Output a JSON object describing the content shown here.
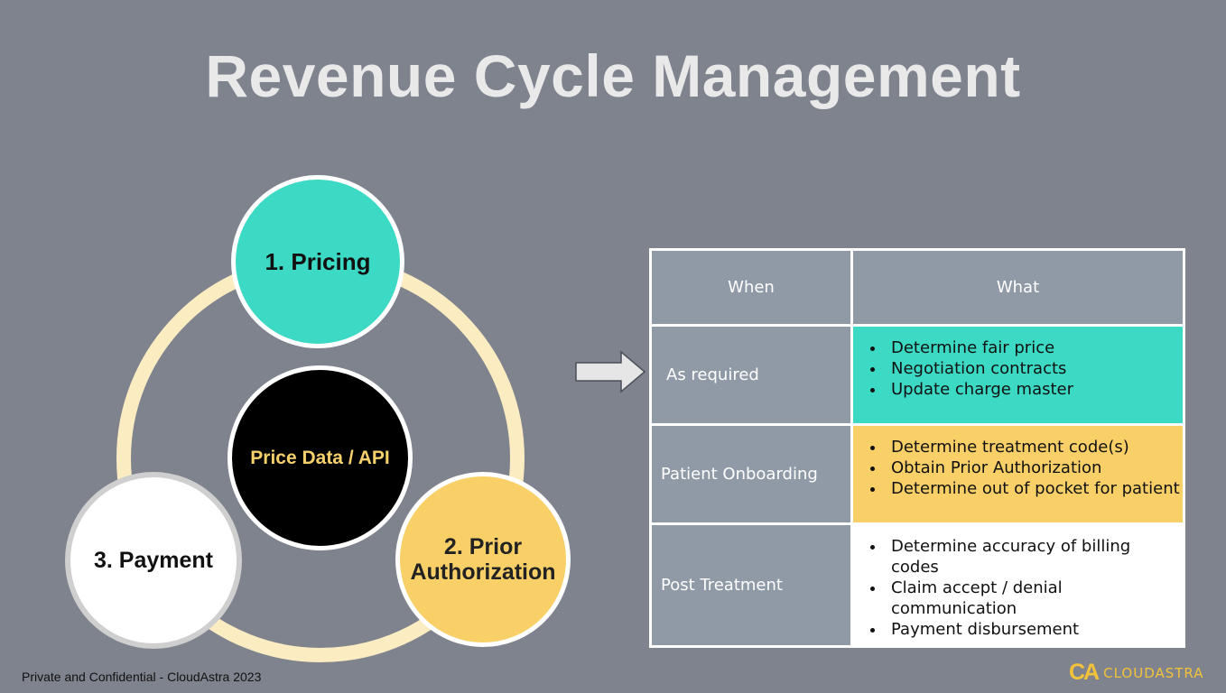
{
  "slide": {
    "title": "Revenue Cycle Management",
    "footer": "Private and Confidential - CloudAstra 2023",
    "logo_text": "CLOUDASTRA",
    "logo_mark": "CA"
  },
  "diagram": {
    "nodes": {
      "pricing": "1. Pricing",
      "center": "Price Data / API",
      "prior_line1": "2. Prior",
      "prior_line2": "Authorization",
      "payment": "3. Payment"
    }
  },
  "table": {
    "headers": {
      "when": "When",
      "what": "What"
    },
    "rows": [
      {
        "when": "As required",
        "what": [
          "Determine fair price",
          "Negotiation contracts",
          "Update charge master"
        ]
      },
      {
        "when": "Patient Onboarding",
        "what": [
          "Determine treatment code(s)",
          "Obtain Prior Authorization",
          "Determine out of pocket for patient"
        ]
      },
      {
        "when": "Post Treatment",
        "what": [
          "Determine accuracy of billing codes",
          "Claim accept / denial communication",
          "Payment disbursement"
        ]
      }
    ]
  },
  "colors": {
    "background": "#7f838e",
    "teal": "#3cdac4",
    "yellow": "#f9d068",
    "ring": "#fbecc2",
    "header_cell": "#8f9aa6",
    "logo": "#f2c23a"
  }
}
